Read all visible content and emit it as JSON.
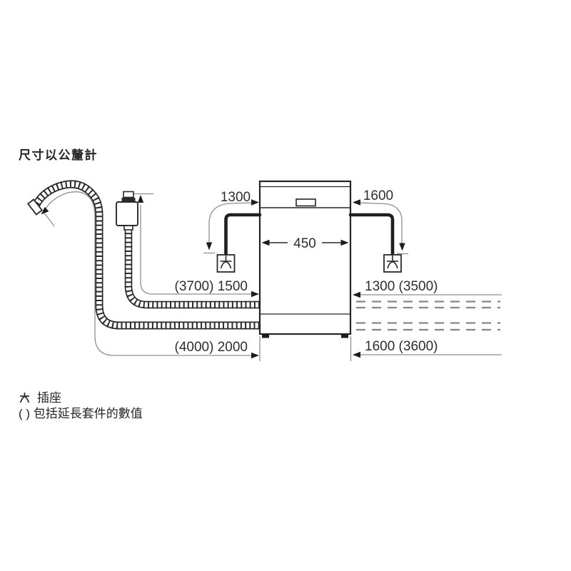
{
  "title": "尺寸以公釐計",
  "appliance": {
    "type_label": "dishwasher-front-view",
    "width_mm": "450"
  },
  "dimensions": {
    "socket_distance_left": "1300",
    "socket_distance_right": "1600",
    "appliance_width": "450",
    "supply_hose_left": "(3700) 1500",
    "drain_hose_left": "(4000) 2000",
    "hose_upper_right": "1300 (3500)",
    "hose_lower_right": "1600 (3600)"
  },
  "legend": {
    "socket_label": "插座",
    "parentheses_note": "( ) 包括延長套件的數值"
  },
  "icons": {
    "socket_symbol": "power-socket-symbol",
    "aquastop": "aquastop-valve"
  },
  "colors": {
    "line": "#252525",
    "leader": "#8f8f8f",
    "dashed": "#868686",
    "text": "#2e2e2e",
    "background": "#ffffff"
  }
}
